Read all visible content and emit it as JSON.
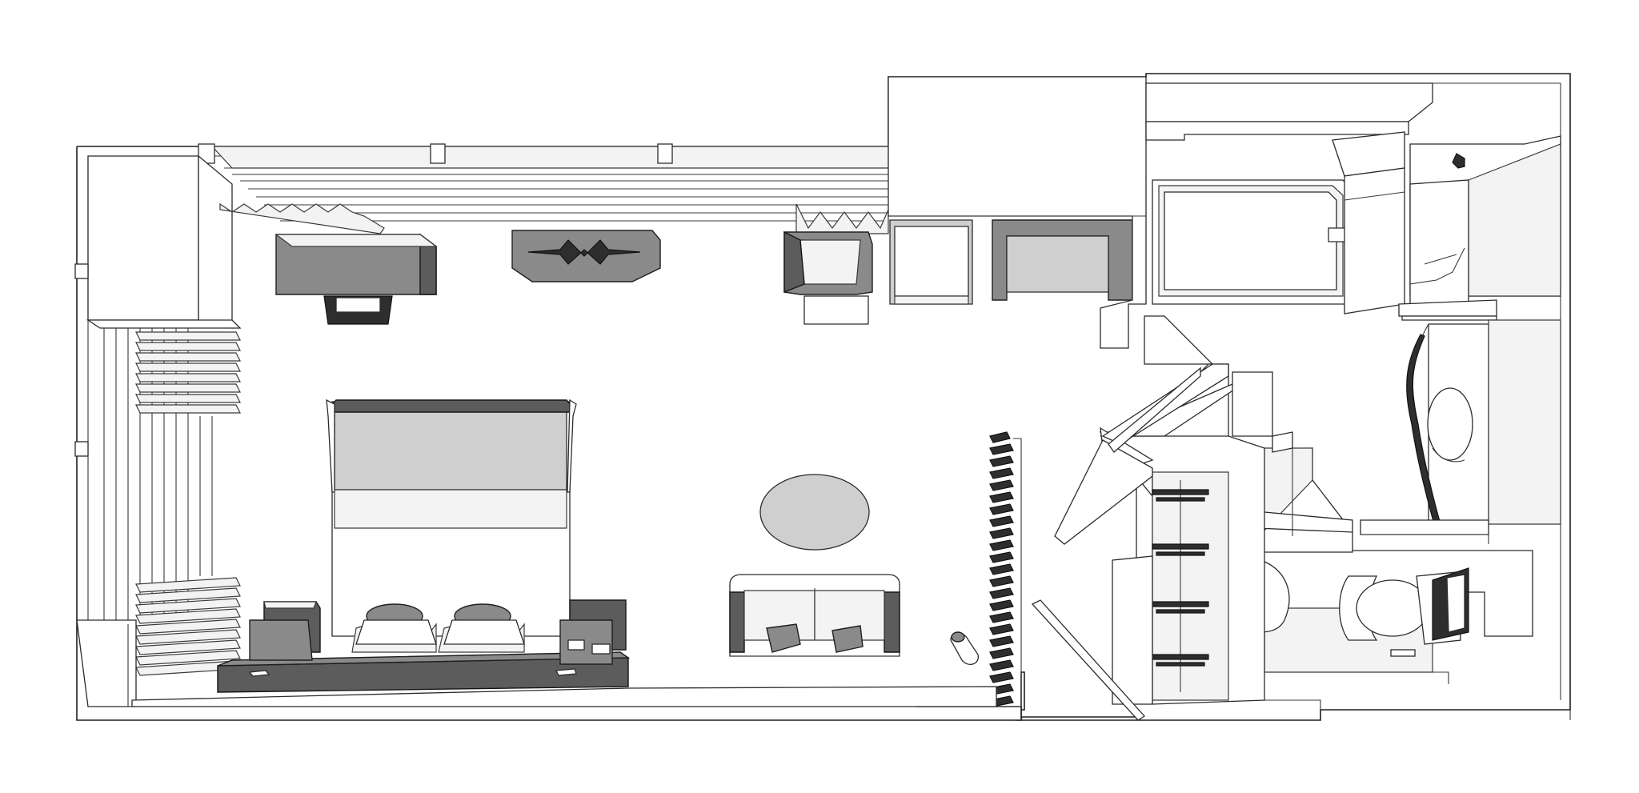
{
  "plan": {
    "rooms": [
      "bedroom-living",
      "entry-closet",
      "bathroom",
      "toilet",
      "shower"
    ],
    "colors": {
      "background": "#ffffff",
      "outline": "#1f1f1f",
      "furniture_light": "#cfcfcf",
      "furniture_dark": "#8a8a8a",
      "accent_dark": "#2e2e2e"
    }
  }
}
